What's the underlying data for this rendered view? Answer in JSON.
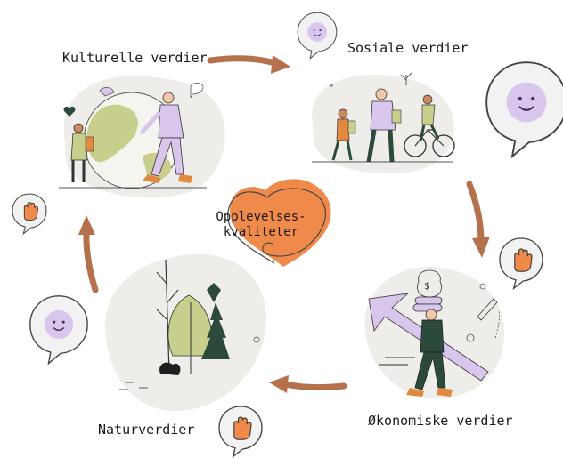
{
  "labels": {
    "kulturelle": "Kulturelle verdier",
    "sosiale": "Sosiale verdier",
    "okonomiske": "Økonomiske verdier",
    "natur": "Naturverdier"
  },
  "center": {
    "line1": "Opplevelses-",
    "line2": "kvaliteter"
  },
  "colors": {
    "arrow": "#b5704c",
    "heart": "#f08a4b",
    "blob": "#eeede9",
    "lavender": "#d9c6ec",
    "olive": "#c8cf8d",
    "green": "#a9b98a",
    "darkgreen": "#2c4a3c",
    "orange": "#f08a4b"
  },
  "icons": [
    "smiley-bubble-icon",
    "hand-bubble-icon",
    "heart-icon",
    "cycle-arrow-icon"
  ]
}
